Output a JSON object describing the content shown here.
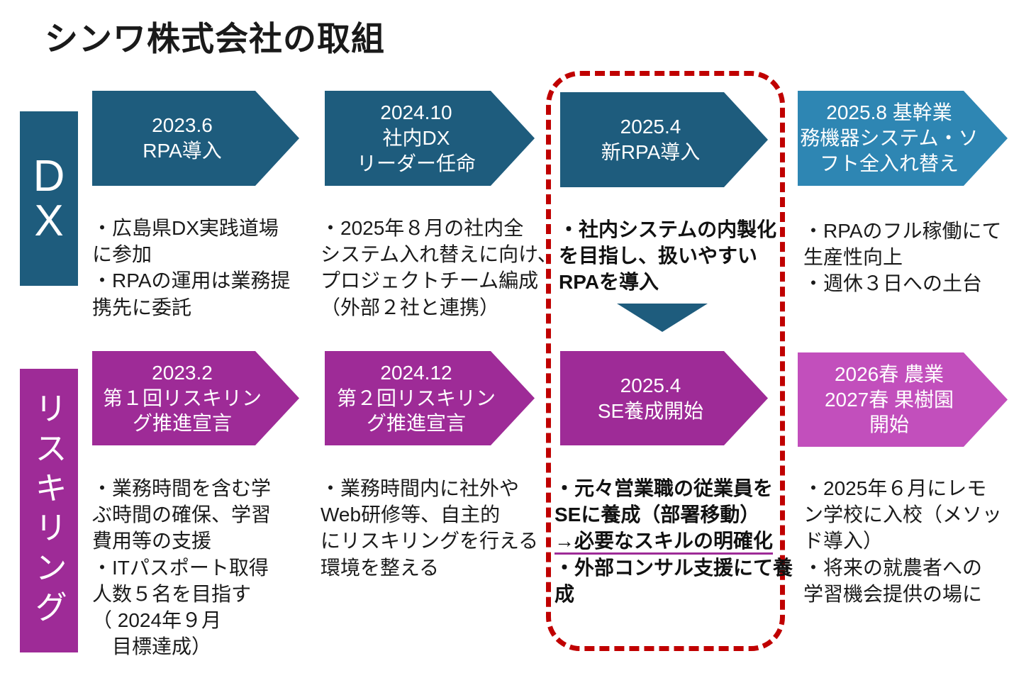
{
  "title": "シンワ株式会社の取組",
  "colors": {
    "dx_arrow": "#1E5C7D",
    "dx_last_arrow": "#2E86B3",
    "reskilling_arrow": "#9E2B97",
    "reskilling_last_arrow": "#C24FBC",
    "highlight_dashed": "#C00000",
    "body_text": "#1A1A1A"
  },
  "dx_row": {
    "label": "DX",
    "label_stacked": "D\nX",
    "items": [
      {
        "arrow_lines": [
          "2023.6",
          "RPA導入"
        ],
        "body": "・広島県DX実践道場\nに参加\n・RPAの運用は業務提\n携先に委託"
      },
      {
        "arrow_lines": [
          "2024.10",
          "社内DX",
          "リーダー任命"
        ],
        "body": "・2025年８月の社内全\nシステム入れ替えに向け、\nプロジェクトチーム編成\n（外部２社と連携）"
      },
      {
        "arrow_lines": [
          "2025.4",
          "新RPA導入"
        ],
        "body": "・社内システムの内製化\nを目指し、扱いやすい\nRPAを導入"
      },
      {
        "arrow_lines": [
          "2025.8 基幹業",
          "務機器システム・ソ",
          "フト全入れ替え"
        ],
        "body": "・RPAのフル稼働にて\n生産性向上\n・週休３日への土台"
      }
    ]
  },
  "reskilling_row": {
    "label": "リスキリング",
    "items": [
      {
        "arrow_lines": [
          "2023.2",
          "第１回リスキリン",
          "グ推進宣言"
        ],
        "body": "・業務時間を含む学\nぶ時間の確保、学習\n費用等の支援\n・ITパスポート取得\n人数５名を目指す\n（ 2024年９月\n　目標達成）"
      },
      {
        "arrow_lines": [
          "2024.12",
          "第２回リスキリン",
          "グ推進宣言"
        ],
        "body": "・業務時間内に社外や\nWeb研修等、自主的\nにリスキリングを行える\n環境を整える"
      },
      {
        "arrow_lines": [
          "2025.4",
          "SE養成開始"
        ],
        "body_pre": "・元々営業職の従業員を\nSEに養成（部署移動）\n",
        "body_underline": "→必要なスキルの明確化",
        "body_post": "\n・外部コンサル支援にて養\n成"
      },
      {
        "arrow_lines": [
          "2026春 農業",
          "2027春 果樹園",
          "開始"
        ],
        "body": "・2025年６月にレモ\nン学校に入校（メソッ\nド導入）\n・将来の就農者への\n学習機会提供の場に"
      }
    ]
  }
}
